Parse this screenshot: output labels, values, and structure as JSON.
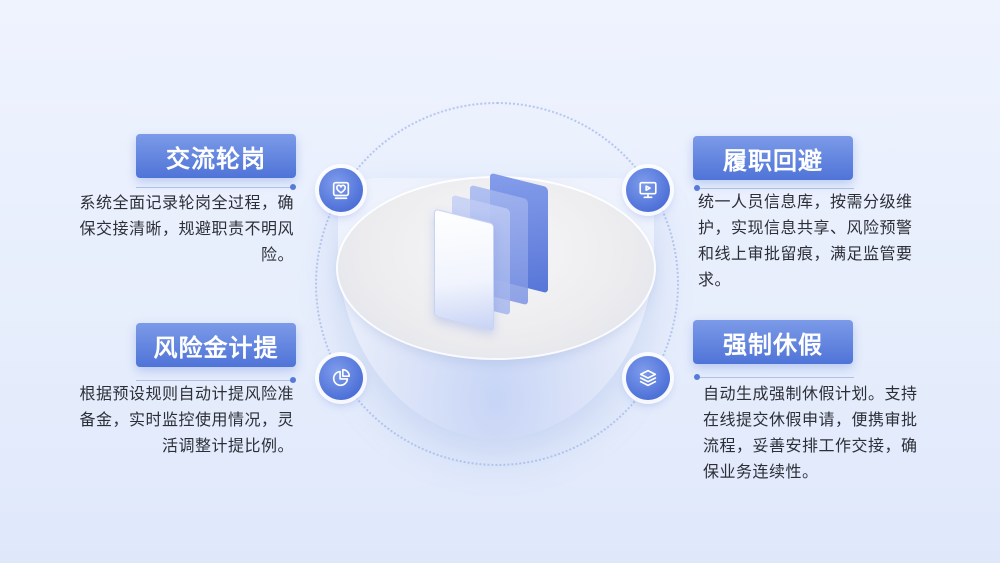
{
  "items": [
    {
      "title": "交流轮岗",
      "desc": "系统全面记录轮岗全过程，确保交接清晰，规避职责不明风险。",
      "icon": "heart-frame-icon"
    },
    {
      "title": "履职回避",
      "desc": "统一人员信息库，按需分级维护，实现信息共享、风险预警和线上审批留痕，满足监管要求。",
      "icon": "monitor-play-icon"
    },
    {
      "title": "风险金计提",
      "desc": "根据预设规则自动计提风险准备金，实时监控使用情况，灵活调整计提比例。",
      "icon": "pie-chart-icon"
    },
    {
      "title": "强制休假",
      "desc": "自动生成强制休假计划。支持在线提交休假申请，便携审批流程，妥善安排工作交接，确保业务连续性。",
      "icon": "layers-icon"
    }
  ],
  "colors": {
    "accent": "#4f74d8",
    "text": "#2c2f38"
  }
}
